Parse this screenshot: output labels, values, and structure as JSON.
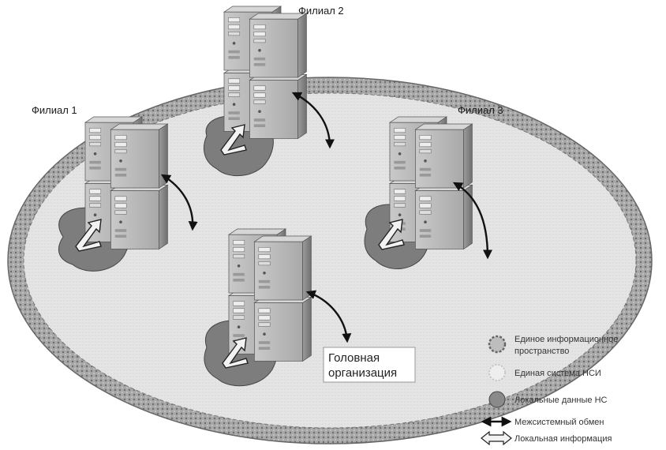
{
  "branches": {
    "branch1": "Филиал 1",
    "branch2": "Филиал 2",
    "branch3": "Филиал 3"
  },
  "head_office": {
    "line1": "Головная",
    "line2": "организация"
  },
  "legend": {
    "item1_line1": "Единое информационное",
    "item1_line2": "пространство",
    "item2": "Единая система НСИ",
    "item3": "Локальные данные НС",
    "item4": "Межсистемный обмен",
    "item5": "Локальная информация"
  },
  "colors": {
    "ring": "#9a9a9a",
    "inner_area": "#e6e6e6",
    "server_face": "#b8b8b8",
    "server_side": "#8a8a8a",
    "local_blob": "#7f7f7f",
    "arrow": "#111111"
  }
}
